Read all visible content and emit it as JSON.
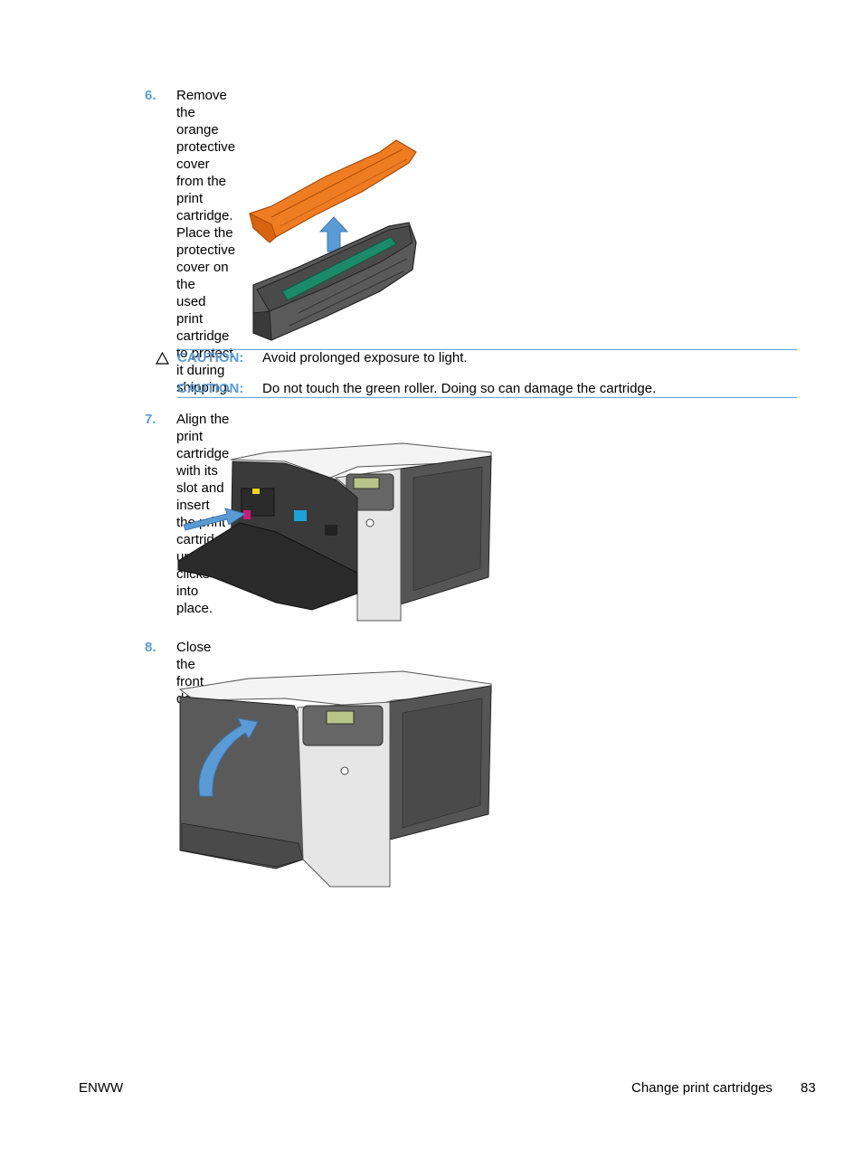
{
  "steps": [
    {
      "num": "6.",
      "text_line1": "Remove the orange protective cover from the print cartridge. Place the protective cover on the",
      "text_line2": "used print cartridge to protect it during shipping."
    },
    {
      "num": "7.",
      "text_line1": "Align the print cartridge with its slot and insert the print cartridge until it clicks into place."
    },
    {
      "num": "8.",
      "text_line1": "Close the front door."
    }
  ],
  "cautions": [
    {
      "label": "CAUTION:",
      "text": "Avoid prolonged exposure to light."
    },
    {
      "label": "CAUTION:",
      "text": "Do not touch the green roller. Doing so can damage the cartridge."
    }
  ],
  "footer": {
    "left": "ENWW",
    "section": "Change print cartridges",
    "page": "83"
  },
  "icons": {
    "caution": "warning-triangle-icon"
  },
  "colors": {
    "accent": "#5b9bd5",
    "orange_cover": "#f07c22",
    "green_roller": "#1a8a6a"
  }
}
